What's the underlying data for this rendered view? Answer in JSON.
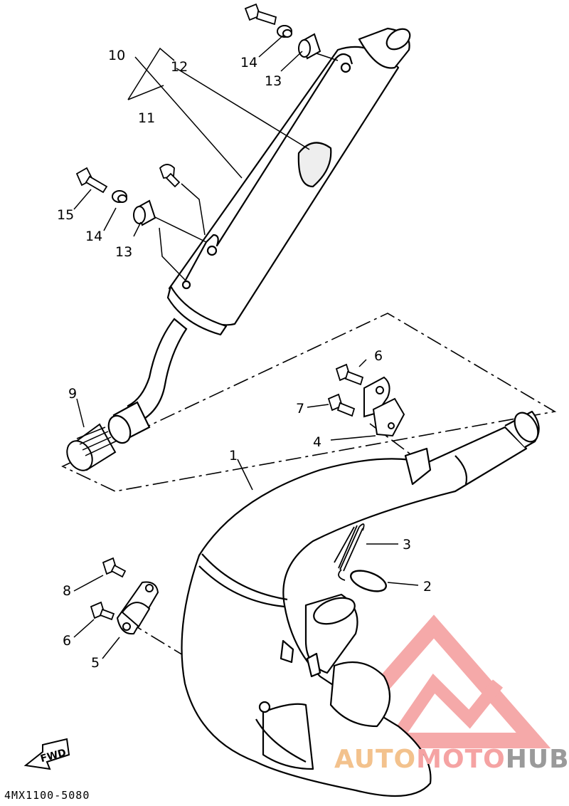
{
  "diagram": {
    "part_number": "4MX1100-5080",
    "fwd_label": "FWD",
    "callouts": {
      "c1": "1",
      "c2": "2",
      "c3": "3",
      "c4": "4",
      "c5": "5",
      "c6a": "6",
      "c6b": "6",
      "c7": "7",
      "c8": "8",
      "c9": "9",
      "c10": "10",
      "c11": "11",
      "c12": "12",
      "c13a": "13",
      "c13b": "13",
      "c14a": "14",
      "c14b": "14",
      "c15": "15"
    }
  },
  "watermark": {
    "part1": "AUTO",
    "part2": "MOTO",
    "part3": "HUB",
    "logo_color": "#f4a0a0",
    "text_color_1": "#f3c28d",
    "text_color_3": "#9a9a9a"
  }
}
